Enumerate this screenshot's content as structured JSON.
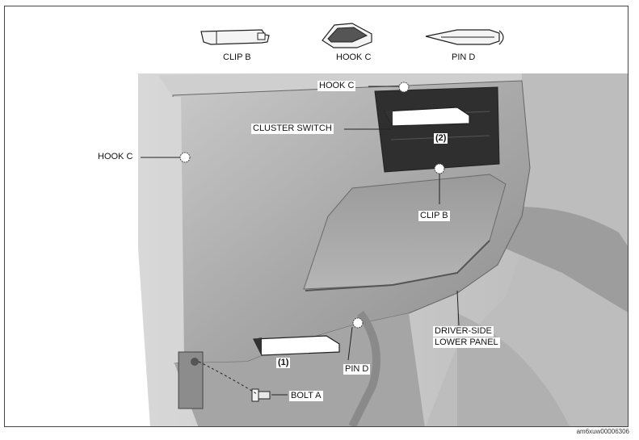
{
  "legend": {
    "clip_b": "CLIP B",
    "hook_c": "HOOK C",
    "pin_d": "PIN D"
  },
  "callouts": {
    "hook_c_top": "HOOK C",
    "hook_c_left": "HOOK C",
    "cluster_switch": "CLUSTER SWITCH",
    "step_2": "(2)",
    "clip_b": "CLIP B",
    "driver_side_lower_panel_line1": "DRIVER-SIDE",
    "driver_side_lower_panel_line2": "LOWER PANEL",
    "step_1": "(1)",
    "pin_d": "PIN D",
    "bolt_a": "BOLT A"
  },
  "footer": {
    "code": "am6xuw00006306"
  }
}
